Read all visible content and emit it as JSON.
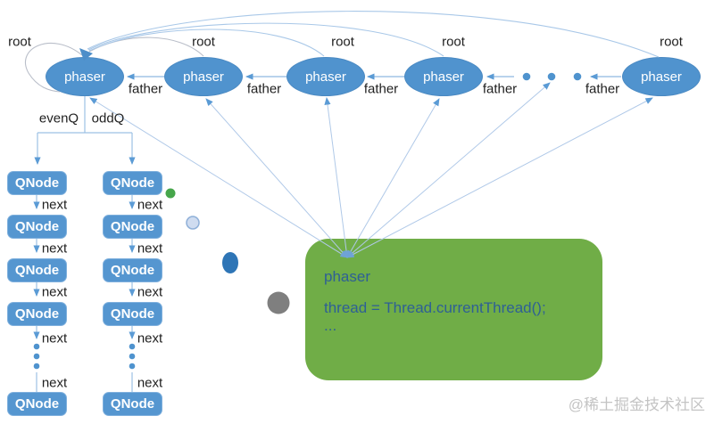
{
  "labels": {
    "root": "root",
    "father": "father",
    "next": "next",
    "evenq": "evenQ",
    "oddq": "oddQ",
    "phaser": "phaser",
    "qnode": "QNode"
  },
  "structure": {
    "phaser_nodes_visible": 5,
    "phaser_chain_truncation_dots": 3,
    "queues": [
      "evenQ",
      "oddQ"
    ],
    "qnodes_visible_per_queue": 5,
    "queue_truncation_dots_per_queue": 3
  },
  "code_box": {
    "line1": "phaser",
    "line2": "thread = Thread.currentThread();",
    "line3": "..."
  },
  "watermark": "@稀土掘金技术社区",
  "colors": {
    "node_fill": "#5093ce",
    "qnode_fill": "#5596d0",
    "code_box_fill": "#70ad47",
    "code_text": "#2e6095",
    "connector_blue": "#8fb8e0",
    "arc_gray": "#b9bec9",
    "arrowhead": "#5b9bd5",
    "green_dot": "#46a64b",
    "light_dot_fill": "#cfdcf0",
    "dark_blue_dot": "#2e75b6",
    "gray_dot": "#7f7f7f"
  }
}
